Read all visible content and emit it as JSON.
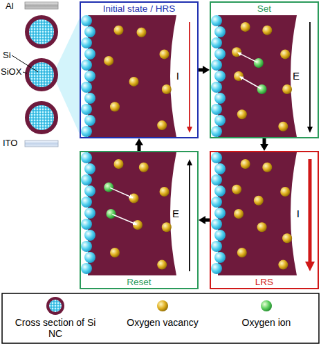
{
  "diagram": {
    "nodes": [
      {
        "text": [
          "Initial state / HRS"
        ]
      },
      {
        "text": [
          "Set"
        ]
      },
      {
        "text": [
          "Reset"
        ]
      },
      {
        "text": [
          "LRS"
        ]
      }
    ],
    "edges": [
      {
        "from": 0,
        "to": 1,
        "arrow": "to"
      },
      {
        "from": 1,
        "to": 3,
        "arrow": "to"
      },
      {
        "from": 3,
        "to": 2,
        "arrow": "to"
      },
      {
        "from": 2,
        "to": 0,
        "arrow": "to"
      }
    ],
    "labels": [
      "Al",
      "Si",
      "SiOX",
      "ITO",
      "I",
      "E",
      "E",
      "I"
    ],
    "legend": [
      {
        "text": "Cross section of Si NC"
      },
      {
        "text": "Oxygen vacancy"
      },
      {
        "text": "Oxygen ion"
      }
    ]
  }
}
